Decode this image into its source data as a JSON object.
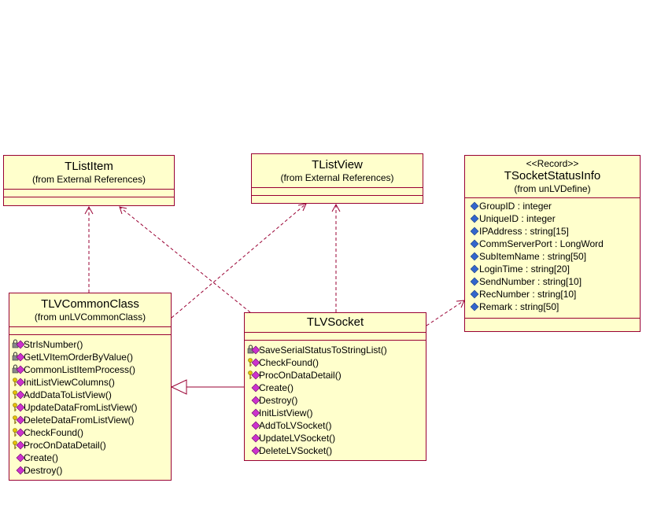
{
  "colors": {
    "box_fill": "#ffffcc",
    "border": "#990033",
    "line": "#990033",
    "member_icon": "#cc33cc",
    "attribute_icon": "#3366cc"
  },
  "classes": {
    "tlistitem": {
      "name": "TListItem",
      "from": "(from External References)"
    },
    "tlistview": {
      "name": "TListView",
      "from": "(from External References)"
    },
    "tsocketstatusinfo": {
      "stereotype": "<<Record>>",
      "name": "TSocketStatusInfo",
      "from": "(from unLVDefine)",
      "attributes": [
        {
          "text": "GroupID : integer",
          "icon": "attribute-icon"
        },
        {
          "text": "UniqueID : integer",
          "icon": "attribute-icon"
        },
        {
          "text": "IPAddress : string[15]",
          "icon": "attribute-icon"
        },
        {
          "text": "CommServerPort : LongWord",
          "icon": "attribute-icon"
        },
        {
          "text": "SubItemName : string[50]",
          "icon": "attribute-icon"
        },
        {
          "text": "LoginTime : string[20]",
          "icon": "attribute-icon"
        },
        {
          "text": "SendNumber : string[10]",
          "icon": "attribute-icon"
        },
        {
          "text": "RecNumber : string[10]",
          "icon": "attribute-icon"
        },
        {
          "text": "Remark : string[50]",
          "icon": "attribute-icon"
        }
      ]
    },
    "tlvcommonclass": {
      "name": "TLVCommonClass",
      "from": "(from unLVCommonClass)",
      "operations": [
        {
          "text": "StrIsNumber()",
          "icon": "private-method-icon"
        },
        {
          "text": "GetLVItemOrderByValue()",
          "icon": "private-method-icon"
        },
        {
          "text": "CommonListItemProcess()",
          "icon": "private-method-icon"
        },
        {
          "text": "InitListViewColumns()",
          "icon": "protected-method-icon"
        },
        {
          "text": "AddDataToListView()",
          "icon": "protected-method-icon"
        },
        {
          "text": "UpdateDataFromListView()",
          "icon": "protected-method-icon"
        },
        {
          "text": "DeleteDataFromListView()",
          "icon": "protected-method-icon"
        },
        {
          "text": "CheckFound()",
          "icon": "protected-method-icon"
        },
        {
          "text": "ProcOnDataDetail()",
          "icon": "protected-method-icon"
        },
        {
          "text": "Create()",
          "icon": "public-method-icon"
        },
        {
          "text": "Destroy()",
          "icon": "public-method-icon"
        }
      ]
    },
    "tlvsocket": {
      "name": "TLVSocket",
      "operations": [
        {
          "text": "SaveSerialStatusToStringList()",
          "icon": "private-method-icon"
        },
        {
          "text": "CheckFound()",
          "icon": "protected-method-icon"
        },
        {
          "text": "ProcOnDataDetail()",
          "icon": "protected-method-icon"
        },
        {
          "text": "Create()",
          "icon": "public-method-icon"
        },
        {
          "text": "Destroy()",
          "icon": "public-method-icon"
        },
        {
          "text": "InitListView()",
          "icon": "public-method-icon"
        },
        {
          "text": "AddToLVSocket()",
          "icon": "public-method-icon"
        },
        {
          "text": "UpdateLVSocket()",
          "icon": "public-method-icon"
        },
        {
          "text": "DeleteLVSocket()",
          "icon": "public-method-icon"
        }
      ]
    }
  },
  "relations": [
    {
      "from": "TLVCommonClass",
      "to": "TListItem",
      "kind": "dependency"
    },
    {
      "from": "TLVCommonClass",
      "to": "TListView",
      "kind": "dependency"
    },
    {
      "from": "TLVSocket",
      "to": "TListItem",
      "kind": "dependency"
    },
    {
      "from": "TLVSocket",
      "to": "TListView",
      "kind": "dependency"
    },
    {
      "from": "TLVSocket",
      "to": "TSocketStatusInfo",
      "kind": "dependency"
    },
    {
      "from": "TLVSocket",
      "to": "TLVCommonClass",
      "kind": "generalization"
    }
  ]
}
